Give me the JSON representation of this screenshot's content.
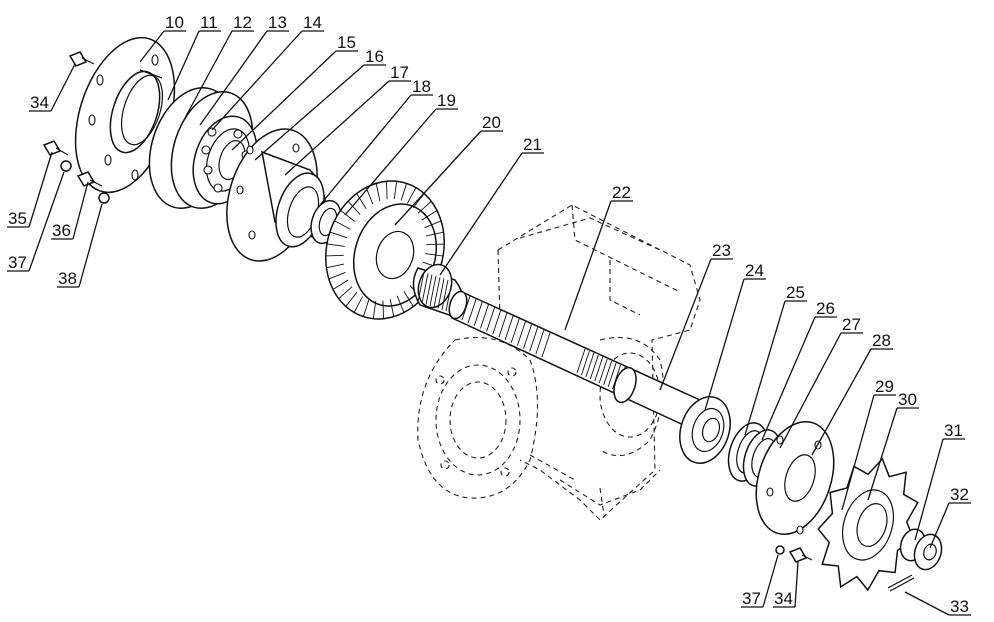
{
  "diagram": {
    "callouts": [
      {
        "id": "c10",
        "text": "10"
      },
      {
        "id": "c11",
        "text": "11"
      },
      {
        "id": "c12",
        "text": "12"
      },
      {
        "id": "c13",
        "text": "13"
      },
      {
        "id": "c14",
        "text": "14"
      },
      {
        "id": "c15",
        "text": "15"
      },
      {
        "id": "c16",
        "text": "16"
      },
      {
        "id": "c17",
        "text": "17"
      },
      {
        "id": "c18",
        "text": "18"
      },
      {
        "id": "c19",
        "text": "19"
      },
      {
        "id": "c20",
        "text": "20"
      },
      {
        "id": "c21",
        "text": "21"
      },
      {
        "id": "c22",
        "text": "22"
      },
      {
        "id": "c23",
        "text": "23"
      },
      {
        "id": "c24",
        "text": "24"
      },
      {
        "id": "c25",
        "text": "25"
      },
      {
        "id": "c26",
        "text": "26"
      },
      {
        "id": "c27",
        "text": "27"
      },
      {
        "id": "c28",
        "text": "28"
      },
      {
        "id": "c29",
        "text": "29"
      },
      {
        "id": "c30",
        "text": "30"
      },
      {
        "id": "c31",
        "text": "31"
      },
      {
        "id": "c32",
        "text": "32"
      },
      {
        "id": "c33",
        "text": "33"
      },
      {
        "id": "c34a",
        "text": "34"
      },
      {
        "id": "c35",
        "text": "35"
      },
      {
        "id": "c36",
        "text": "36"
      },
      {
        "id": "c37a",
        "text": "37"
      },
      {
        "id": "c38",
        "text": "38"
      },
      {
        "id": "c37b",
        "text": "37"
      },
      {
        "id": "c34b",
        "text": "34"
      }
    ]
  }
}
